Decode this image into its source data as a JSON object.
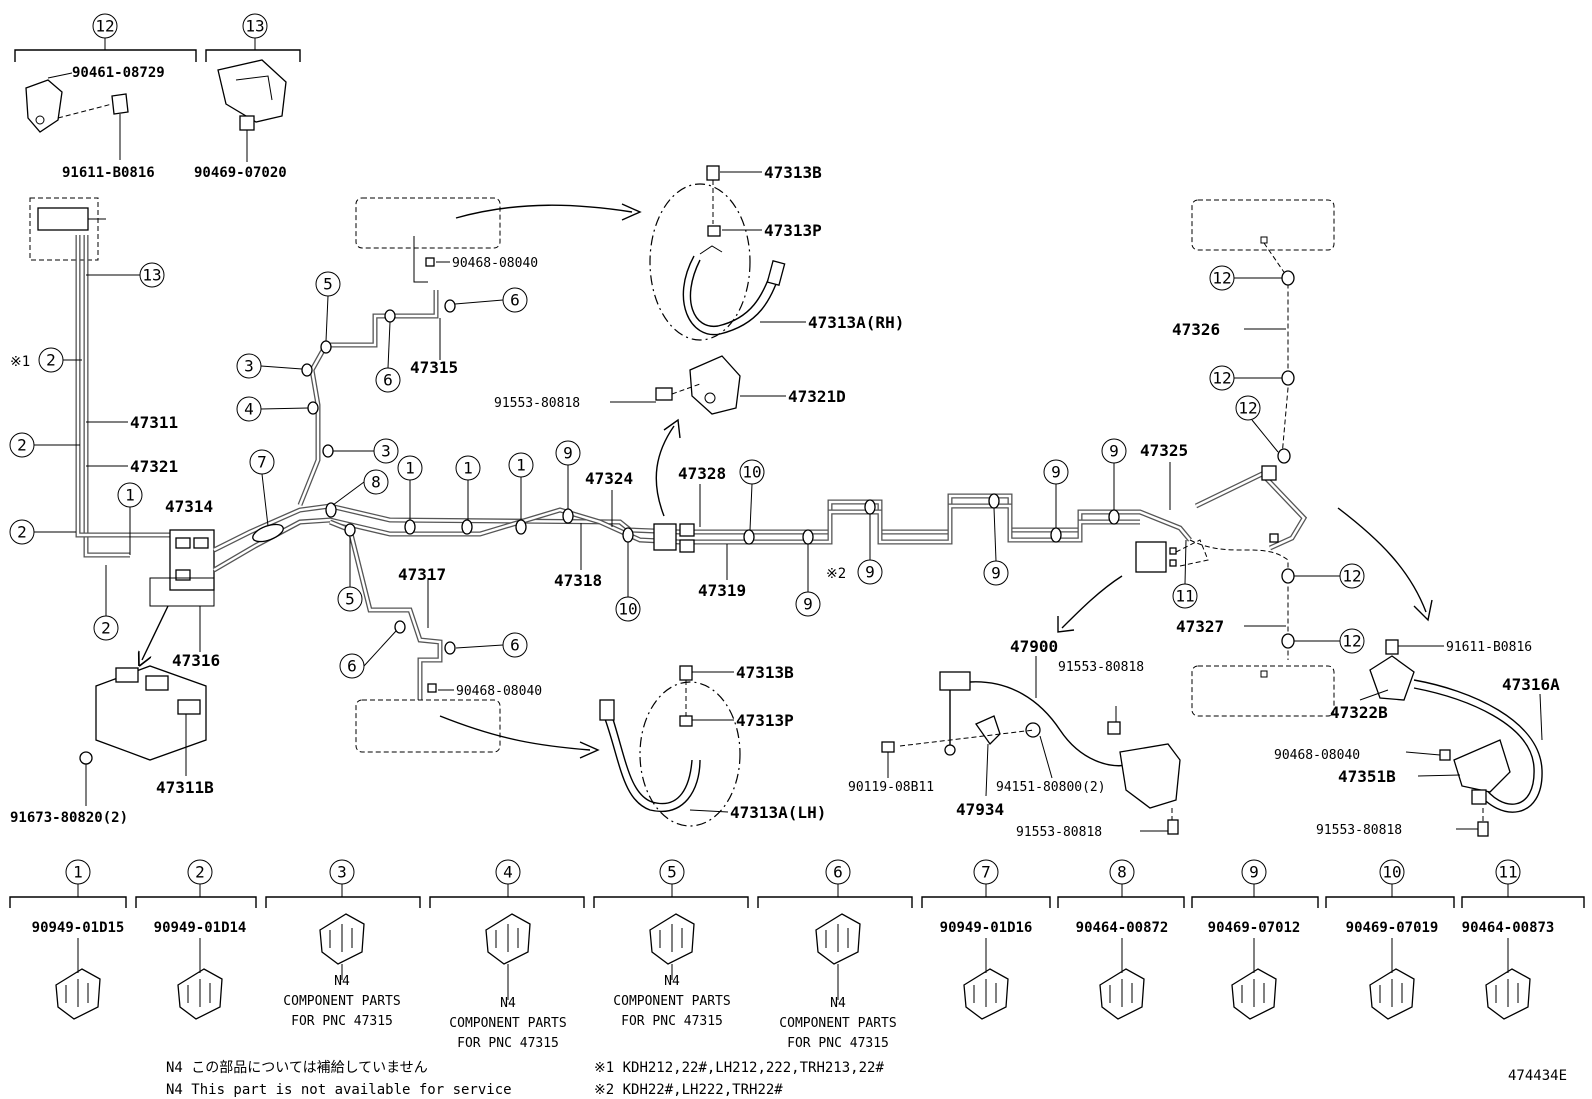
{
  "figure_id": "474434E",
  "clip_groups": [
    {
      "num": "1",
      "part": "90949-01D15"
    },
    {
      "num": "2",
      "part": "90949-01D14"
    },
    {
      "num": "3",
      "part": "",
      "note": "N4\nCOMPONENT PARTS\nFOR PNC 47315"
    },
    {
      "num": "4",
      "part": "",
      "note": "N4\nCOMPONENT PARTS\nFOR PNC 47315"
    },
    {
      "num": "5",
      "part": "",
      "note": "N4\nCOMPONENT PARTS\nFOR PNC 47315"
    },
    {
      "num": "6",
      "part": "",
      "note": "N4\nCOMPONENT PARTS\nFOR PNC 47315"
    },
    {
      "num": "7",
      "part": "90949-01D16"
    },
    {
      "num": "8",
      "part": "90464-00872"
    },
    {
      "num": "9",
      "part": "90469-07012"
    },
    {
      "num": "10",
      "part": "90469-07019"
    },
    {
      "num": "11",
      "part": "90464-00873"
    }
  ],
  "top_groups": [
    {
      "num": "12",
      "parts": [
        "90461-08729",
        "91611-B0816"
      ]
    },
    {
      "num": "13",
      "parts": [
        "90469-07020"
      ]
    }
  ],
  "labels": {
    "p47313B_top": "47313B",
    "p47313P_top": "47313P",
    "p47313A_rh": "47313A(RH)",
    "p90468_top": "90468-08040",
    "p47315": "47315",
    "p91553_a": "91553-80818",
    "p47321D": "47321D",
    "p47311": "47311",
    "p47321": "47321",
    "p47314": "47314",
    "p47316": "47316",
    "p47317": "47317",
    "p47318": "47318",
    "p47324": "47324",
    "p47328": "47328",
    "p47319": "47319",
    "p47325": "47325",
    "p47326": "47326",
    "p47327": "47327",
    "p47311B": "47311B",
    "p91673": "91673-80820(2)",
    "p90468_bot": "90468-08040",
    "p47313B_bot": "47313B",
    "p47313P_bot": "47313P",
    "p47313A_lh": "47313A(LH)",
    "p47900": "47900",
    "p91553_b": "91553-80818",
    "p90119": "90119-08B11",
    "p94151": "94151-80800(2)",
    "p47934": "47934",
    "p91553_c": "91553-80818",
    "p91611_r": "91611-B0816",
    "p47316A": "47316A",
    "p47322B": "47322B",
    "p90468_r": "90468-08040",
    "p47351B": "47351B",
    "p91553_d": "91553-80818",
    "ref1": "※1",
    "ref2": "※2"
  },
  "callouts": {
    "c13": "13",
    "c2a": "2",
    "c2b": "2",
    "c2c": "2",
    "c2d": "2",
    "c1a": "1",
    "c5a": "5",
    "c3a": "3",
    "c4": "4",
    "c3b": "3",
    "c6a": "6",
    "c6b": "6",
    "c7": "7",
    "c8": "8",
    "c1b": "1",
    "c1c": "1",
    "c1d": "1",
    "c9a": "9",
    "c10a": "10",
    "c10b": "10",
    "c9b": "9",
    "c9c": "9",
    "c9d": "9",
    "c9e": "9",
    "c11": "11",
    "c5b": "5",
    "c6c": "6",
    "c6d": "6",
    "c12a": "12",
    "c12b": "12",
    "c12c": "12",
    "c12d": "12",
    "c12e": "12"
  },
  "footnotes": [
    "N4 この部品については補給していません",
    "N4 This part is not available for service",
    "※1 KDH212,22#,LH212,222,TRH213,22#",
    "※2 KDH22#,LH222,TRH22#"
  ]
}
